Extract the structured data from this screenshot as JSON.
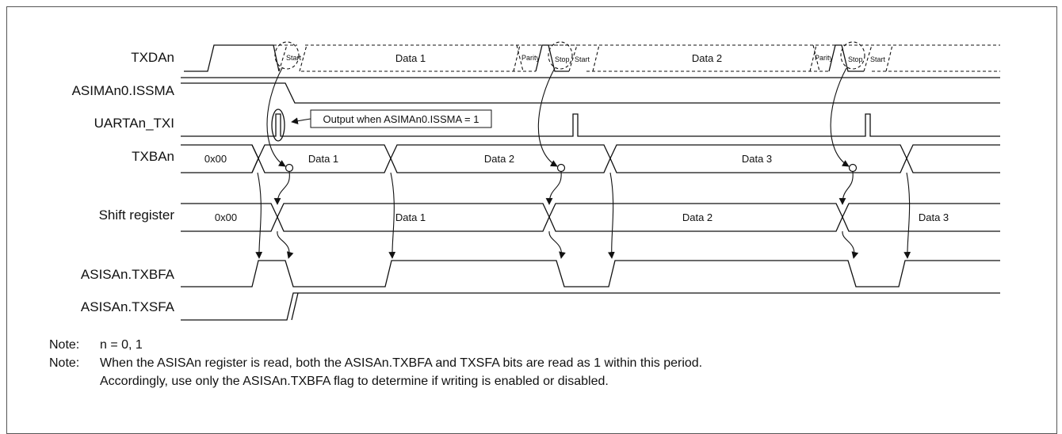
{
  "signals": {
    "txdan": "TXDAn",
    "issma": "ASIMAn0.ISSMA",
    "txi": "UARTAn_TXI",
    "txban": "TXBAn",
    "shift": "Shift register",
    "txbfa": "ASISAn.TXBFA",
    "txsfa": "ASISAn.TXSFA"
  },
  "txdan_fields": {
    "start": "Start",
    "data1": "Data 1",
    "parity": "Parity",
    "stop": "Stop",
    "data2": "Data 2"
  },
  "txi_callout": "Output when ASIMAn0.ISSMA = 1",
  "txban_values": [
    "0x00",
    "Data 1",
    "Data 2",
    "Data 3"
  ],
  "shift_values": [
    "0x00",
    "Data 1",
    "Data 2",
    "Data 3"
  ],
  "notes": [
    {
      "key": "Note:",
      "lines": [
        "n = 0, 1"
      ]
    },
    {
      "key": "Note:",
      "lines": [
        "When the ASISAn register is read, both the ASISAn.TXBFA and TXSFA bits are read as 1 within this period.",
        "Accordingly, use only the ASISAn.TXBFA flag to determine if writing is enabled or disabled."
      ]
    }
  ]
}
